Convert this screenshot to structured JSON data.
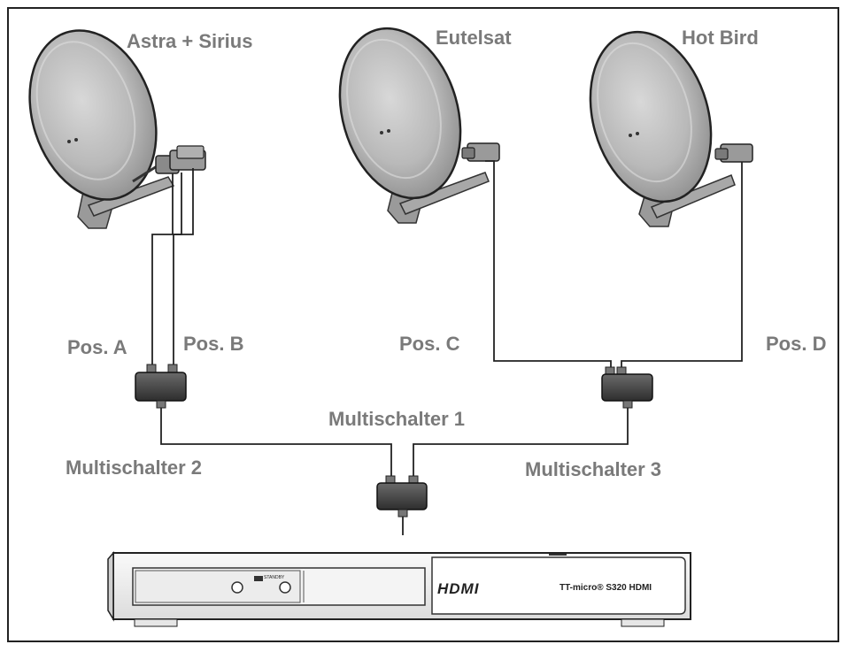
{
  "satellites": [
    {
      "name": "Astra + Sirius"
    },
    {
      "name": "Eutelsat"
    },
    {
      "name": "Hot Bird"
    }
  ],
  "positions": {
    "a": "Pos. A",
    "b": "Pos. B",
    "c": "Pos. C",
    "d": "Pos. D"
  },
  "switches": {
    "s1": "Multischalter 1",
    "s2": "Multischalter 2",
    "s3": "Multischalter 3"
  },
  "receiver": {
    "hdmi_logo": "HDMI",
    "model": "TT-micro® S320 HDMI",
    "standby": "STANDBY"
  },
  "colors": {
    "label": "#7a7a7a",
    "line": "#222222",
    "dish_fill": "#bdbdbd"
  }
}
